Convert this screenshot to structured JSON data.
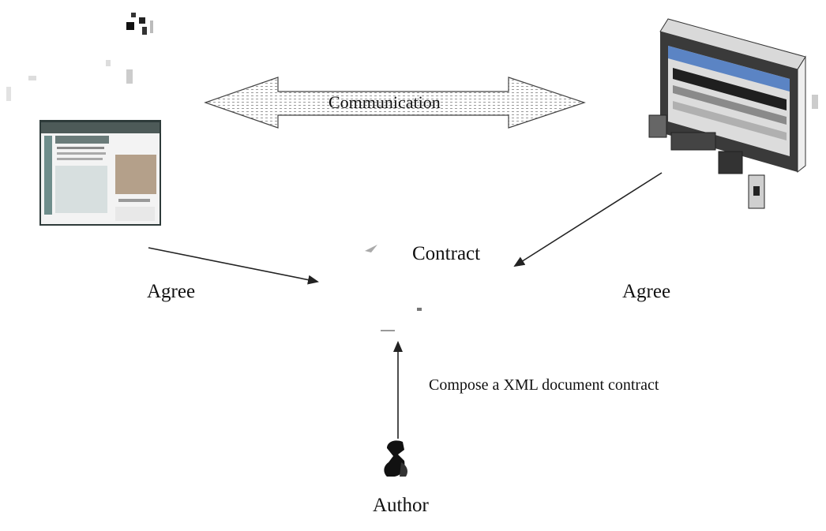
{
  "communication": {
    "label": "Communication"
  },
  "contract": {
    "label": "Contract"
  },
  "agree_left": {
    "label": "Agree"
  },
  "agree_right": {
    "label": "Agree"
  },
  "compose": {
    "label": "Compose a XML document contract"
  },
  "author": {
    "label": "Author"
  },
  "colors": {
    "ink": "#111111",
    "arrow": "#222222",
    "screen_blue": "#5b84c4"
  },
  "icons": {
    "left_device": "browser-screen-icon",
    "right_device": "server-device-icon",
    "author": "person-icon",
    "top_decoration": "network-glyph-icon"
  }
}
